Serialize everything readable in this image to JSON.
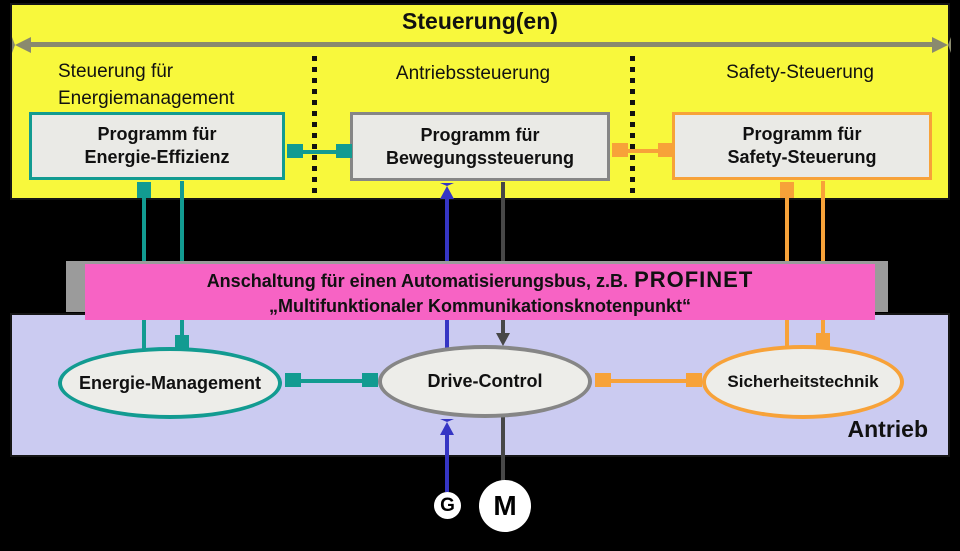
{
  "header": {
    "title": "Steuerung(en)",
    "columns": [
      {
        "line1": "Steuerung für",
        "line2": "Energiemanagement"
      },
      {
        "line1": "Antriebssteuerung",
        "line2": ""
      },
      {
        "line1": "Safety-Steuerung",
        "line2": ""
      }
    ]
  },
  "programs": [
    {
      "line1": "Programm für",
      "line2": "Energie-Effizienz"
    },
    {
      "line1": "Programm für",
      "line2": "Bewegungssteuerung"
    },
    {
      "line1": "Programm für",
      "line2": "Safety-Steuerung"
    }
  ],
  "bus": {
    "line1_prefix": "Anschaltung für einen Automatisierungsbus, z.B.",
    "line1_highlight": "PROFINET",
    "line2": "„Multifunktionaler Kommunikationsknotenpunkt“"
  },
  "drive_section": {
    "label": "Antrieb",
    "nodes": [
      {
        "label": "Energie-Management"
      },
      {
        "label": "Drive-Control"
      },
      {
        "label": "Sicherheitstechnik"
      }
    ]
  },
  "motors": [
    {
      "label": "G"
    },
    {
      "label": "M"
    }
  ],
  "colors": {
    "controllers_region": "#F8F83C",
    "drive_region": "#CBCBF1",
    "bus_bar": "#F763C4",
    "bus_shadow": "#9B9B9B",
    "energy_accent": "#129B91",
    "motion_accent": "#868686",
    "safety_accent": "#F7A239",
    "generator_flow": "#3535C4",
    "motor_flow": "#474747",
    "span_arrow": "#8A8A6E",
    "background": "#000000"
  }
}
